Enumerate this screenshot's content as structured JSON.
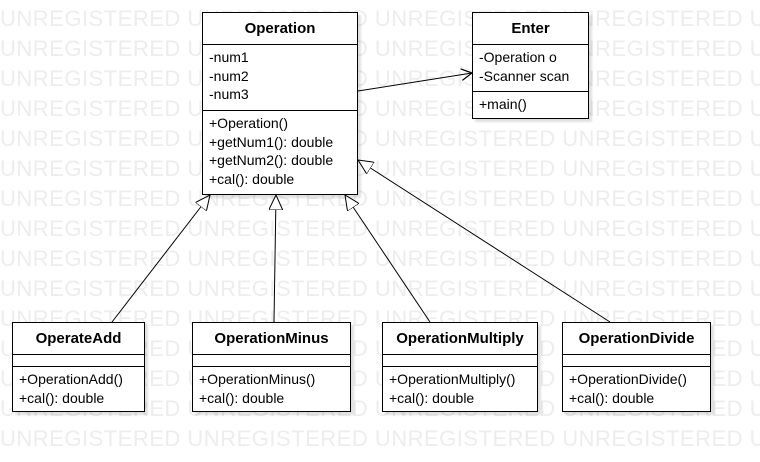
{
  "watermark": {
    "text": "UNREGISTERED UNREGISTERED UNREGISTERED UNREGISTERED UNREGISTERED"
  },
  "classes": {
    "operation": {
      "name": "Operation",
      "attributes": [
        "-num1",
        "-num2",
        "-num3"
      ],
      "methods": [
        "+Operation()",
        "+getNum1(): double",
        "+getNum2(): double",
        "+cal(): double"
      ]
    },
    "enter": {
      "name": "Enter",
      "attributes": [
        "-Operation o",
        "-Scanner scan"
      ],
      "methods": [
        "+main()"
      ]
    },
    "operate_add": {
      "name": "OperateAdd",
      "attributes": [],
      "methods": [
        "+OperationAdd()",
        "+cal(): double"
      ]
    },
    "operation_minus": {
      "name": "OperationMinus",
      "attributes": [],
      "methods": [
        "+OperationMinus()",
        "+cal(): double"
      ]
    },
    "operation_multiply": {
      "name": "OperationMultiply",
      "attributes": [],
      "methods": [
        "+OperationMultiply()",
        "+cal(): double"
      ]
    },
    "operation_divide": {
      "name": "OperationDivide",
      "attributes": [],
      "methods": [
        "+OperationDivide()",
        "+cal(): double"
      ]
    }
  },
  "relations": [
    {
      "type": "association",
      "from": "Operation",
      "to": "Enter"
    },
    {
      "type": "generalization",
      "from": "OperateAdd",
      "to": "Operation"
    },
    {
      "type": "generalization",
      "from": "OperationMinus",
      "to": "Operation"
    },
    {
      "type": "generalization",
      "from": "OperationMultiply",
      "to": "Operation"
    },
    {
      "type": "generalization",
      "from": "OperationDivide",
      "to": "Operation"
    }
  ]
}
